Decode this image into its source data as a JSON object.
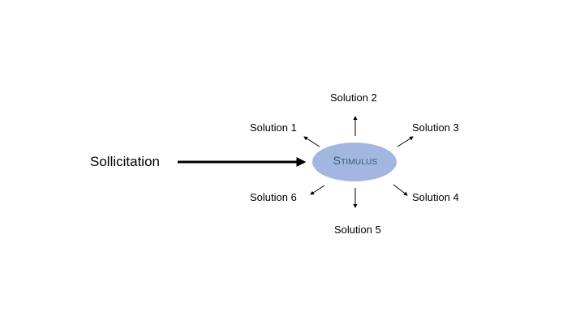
{
  "source_label": "Sollicitation",
  "center": {
    "label": "Stimulus",
    "fill_color": "#a3b6e0",
    "text_color": "#2e5d6b"
  },
  "solutions": [
    "Solution 1",
    "Solution 2",
    "Solution 3",
    "Solution 4",
    "Solution 5",
    "Solution 6"
  ],
  "arrow_color": "#000000"
}
